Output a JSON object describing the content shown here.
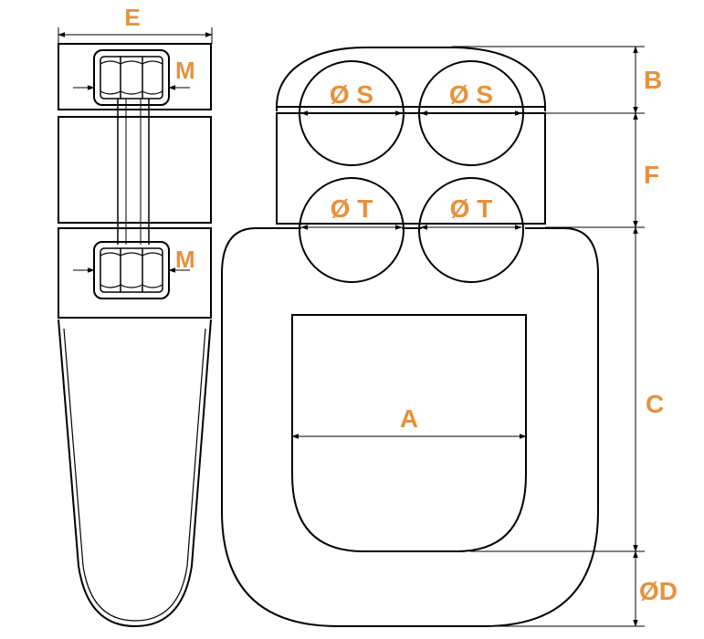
{
  "labels": {
    "e": "E",
    "m_top": "M",
    "m_bottom": "M",
    "s_left": "Ø S",
    "s_right": "Ø S",
    "t_left": "Ø T",
    "t_right": "Ø T",
    "a": "A",
    "b": "B",
    "f": "F",
    "c": "C",
    "d": "ØD"
  },
  "colors": {
    "label": "#e8903a",
    "line": "#000000",
    "background": "#ffffff"
  }
}
